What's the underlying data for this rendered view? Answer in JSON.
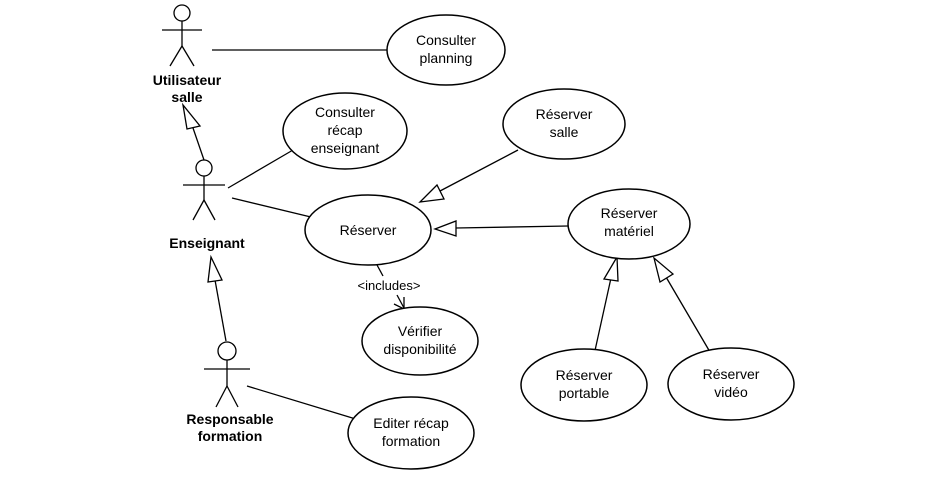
{
  "actors": {
    "utilisateur": {
      "line1": "Utilisateur",
      "line2": "salle"
    },
    "enseignant": {
      "line1": "Enseignant"
    },
    "responsable": {
      "line1": "Responsable",
      "line2": "formation"
    }
  },
  "use_cases": {
    "consulter_planning": [
      "Consulter",
      "planning"
    ],
    "consulter_recap": [
      "Consulter",
      "récap",
      "enseignant"
    ],
    "reserver_salle": [
      "Réserver",
      "salle"
    ],
    "reserver": [
      "Réserver"
    ],
    "reserver_materiel": [
      "Réserver",
      "matériel"
    ],
    "verifier": [
      "Vérifier",
      "disponibilité"
    ],
    "reserver_portable": [
      "Réserver",
      "portable"
    ],
    "reserver_video": [
      "Réserver",
      "vidéo"
    ],
    "editer_recap": [
      "Editer récap",
      "formation"
    ]
  },
  "relations": {
    "includes_label": "<includes>"
  }
}
